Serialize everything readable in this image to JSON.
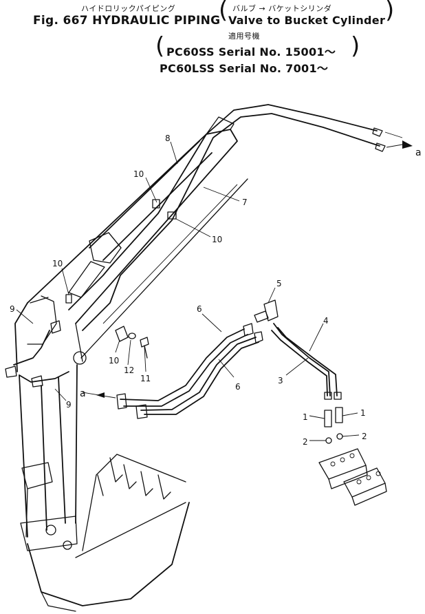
{
  "header": {
    "jp_title": "ハイドロリックパイピング",
    "jp_subtitle": "バルブ → バケットシリンダ",
    "fig_title": "Fig. 667  HYDRAULIC PIPING",
    "subtitle": "Valve to Bucket Cylinder",
    "jp_serial_label": "適用号機",
    "serial_1": "PC60SS   Serial No. 15001～",
    "serial_2": "PC60LSS Serial No. 7001～"
  },
  "callouts": {
    "c1a": "1",
    "c1b": "1",
    "c2a": "2",
    "c2b": "2",
    "c3": "3",
    "c4": "4",
    "c5": "5",
    "c6a": "6",
    "c6b": "6",
    "c7": "7",
    "c8": "8",
    "c9a": "9",
    "c9b": "9",
    "c10a": "10",
    "c10b": "10",
    "c10c": "10",
    "c10d": "10",
    "c11": "11",
    "c12": "12",
    "ca1": "a",
    "ca2": "a"
  }
}
